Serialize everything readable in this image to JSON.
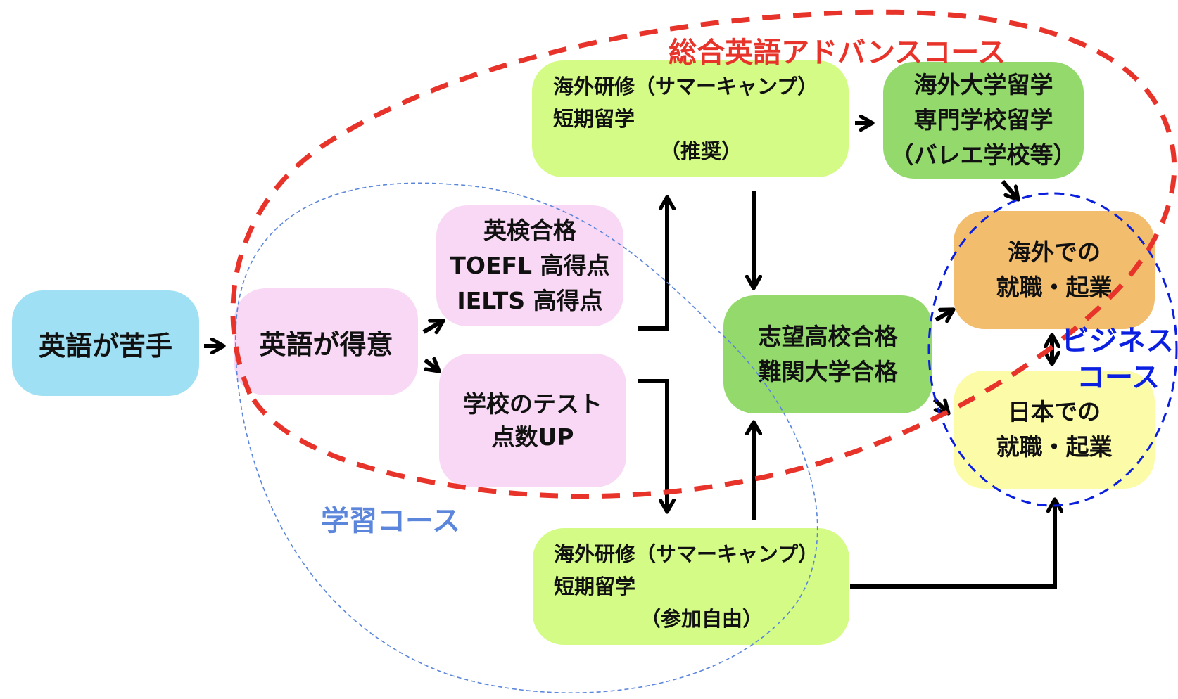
{
  "diagram": {
    "colors": {
      "advance_course": "#e8332a",
      "study_course": "#5b86db",
      "business_course": "#0a1fe0",
      "arrow": "#000000",
      "box_weak": "#9fe0f4",
      "box_pink": "#f8d8f4",
      "box_lime": "#d4fb86",
      "box_green": "#94d96c",
      "box_orange": "#f2bd6c",
      "box_yellow": "#fcfca8"
    },
    "course_labels": {
      "advance": "総合英語アドバンスコース",
      "study": "学習コース",
      "business_line1": "ビジネス",
      "business_line2": "コース"
    },
    "nodes": {
      "english_weak": {
        "lines": [
          "英語が苦手"
        ]
      },
      "english_strong": {
        "lines": [
          "英語が得意"
        ]
      },
      "test_scores": {
        "lines": [
          "英検合格",
          "TOEFL 高得点",
          "IELTS 高得点"
        ]
      },
      "school_test": {
        "lines": [
          "学校のテスト",
          "点数UP"
        ]
      },
      "summer_recommended": {
        "lines": [
          "海外研修（サマーキャンプ）",
          "短期留学",
          "（推奨）"
        ]
      },
      "summer_optional": {
        "lines": [
          "海外研修（サマーキャンプ）",
          "短期留学",
          "（参加自由）"
        ]
      },
      "overseas_study": {
        "lines": [
          "海外大学留学",
          "専門学校留学",
          "（バレエ学校等）"
        ]
      },
      "exam_pass": {
        "lines": [
          "志望高校合格",
          "難関大学合格"
        ]
      },
      "work_overseas": {
        "lines": [
          "海外での",
          "就職・起業"
        ]
      },
      "work_japan": {
        "lines": [
          "日本での",
          "就職・起業"
        ]
      }
    },
    "edges": [
      {
        "from": "english_weak",
        "to": "english_strong"
      },
      {
        "from": "english_strong",
        "to": "test_scores"
      },
      {
        "from": "english_strong",
        "to": "school_test"
      },
      {
        "from": "test_scores",
        "to": "summer_recommended"
      },
      {
        "from": "school_test",
        "to": "summer_optional"
      },
      {
        "from": "summer_recommended",
        "to": "overseas_study"
      },
      {
        "from": "summer_recommended",
        "to": "exam_pass"
      },
      {
        "from": "summer_optional",
        "to": "exam_pass"
      },
      {
        "from": "summer_optional",
        "to": "work_japan"
      },
      {
        "from": "overseas_study",
        "to": "work_overseas"
      },
      {
        "from": "exam_pass",
        "to": "work_overseas"
      },
      {
        "from": "exam_pass",
        "to": "work_japan"
      },
      {
        "from": "work_overseas",
        "to": "work_japan",
        "bidirectional": true
      }
    ]
  }
}
